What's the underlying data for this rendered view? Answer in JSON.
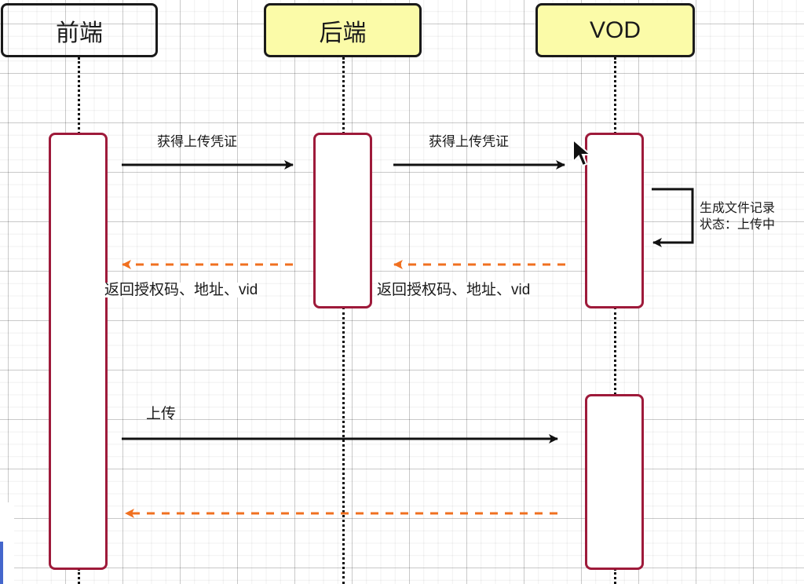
{
  "participants": [
    {
      "id": "frontend",
      "label": "前端",
      "fill": "#ffffff"
    },
    {
      "id": "backend",
      "label": "后端",
      "fill": "#fbfba8"
    },
    {
      "id": "vod",
      "label": "VOD",
      "fill": "#fbfba8"
    }
  ],
  "messages": [
    {
      "id": "m1",
      "from": "frontend",
      "to": "backend",
      "label": "获得上传凭证",
      "style": "solid"
    },
    {
      "id": "m2",
      "from": "backend",
      "to": "vod",
      "label": "获得上传凭证",
      "style": "solid"
    },
    {
      "id": "m3",
      "from": "vod",
      "to": "vod",
      "label": "生成文件记录\n状态：上传中",
      "style": "self"
    },
    {
      "id": "m4",
      "from": "vod",
      "to": "backend",
      "label": "返回授权码、地址、vid",
      "style": "dashed"
    },
    {
      "id": "m5",
      "from": "backend",
      "to": "frontend",
      "label": "返回授权码、地址、vid",
      "style": "dashed"
    },
    {
      "id": "m6",
      "from": "frontend",
      "to": "vod",
      "label": "上传",
      "style": "solid"
    },
    {
      "id": "m7",
      "from": "vod",
      "to": "frontend",
      "label": "",
      "style": "dashed"
    }
  ],
  "note": {
    "line1": "生成文件记录",
    "line2": "状态：上传中"
  },
  "colors": {
    "activation_border": "#9e1a3a",
    "return_arrow": "#f07020",
    "call_arrow": "#111111",
    "participant_border": "#1a1a1a"
  },
  "icons": {
    "cursor": "mouse-pointer-icon"
  }
}
